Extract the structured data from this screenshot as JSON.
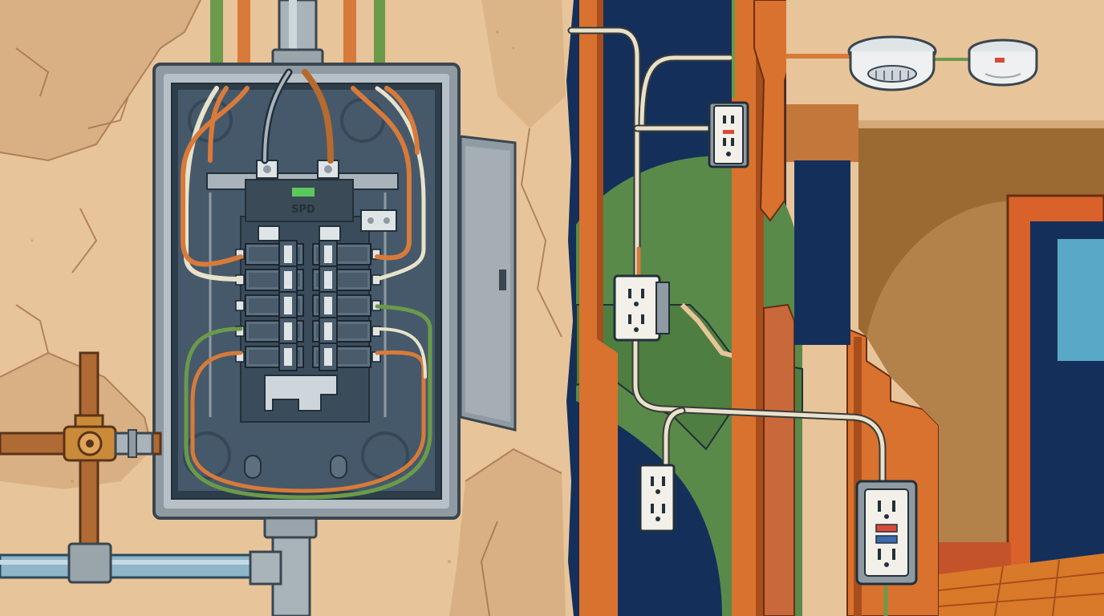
{
  "panel": {
    "spd_label": "SPD",
    "spd_indicator_color": "#5cc85c",
    "breaker_rows": 5,
    "breaker_columns": 2
  },
  "colors": {
    "wall": "#e8c49a",
    "wall_shadow": "#d6a878",
    "panel_frame": "#8f9aa3",
    "panel_interior": "#2e3d4a",
    "wire_orange": "#d87a3a",
    "wire_green": "#6a9a4a",
    "wire_white": "#e8e2cc",
    "wire_brown": "#b56a2e",
    "pipe_blue": "#8fb5c9",
    "pipe_copper": "#b06a34",
    "stud_orange": "#d9722e",
    "cavity_navy": "#14305a",
    "insulation_green": "#5a8a4a",
    "doorway_frame": "#d9622a",
    "window_blue": "#5aa8c8",
    "floor_wood": "#d97a2a",
    "gfci_test_red": "#d94a3a",
    "gfci_reset_blue": "#3a6ab0",
    "detector_led_red": "#d94a3a"
  },
  "icons": {
    "valve": "gate-valve-icon",
    "outlet": "duplex-outlet-icon",
    "gfci": "gfci-outlet-icon",
    "detector": "smoke-detector-icon"
  }
}
